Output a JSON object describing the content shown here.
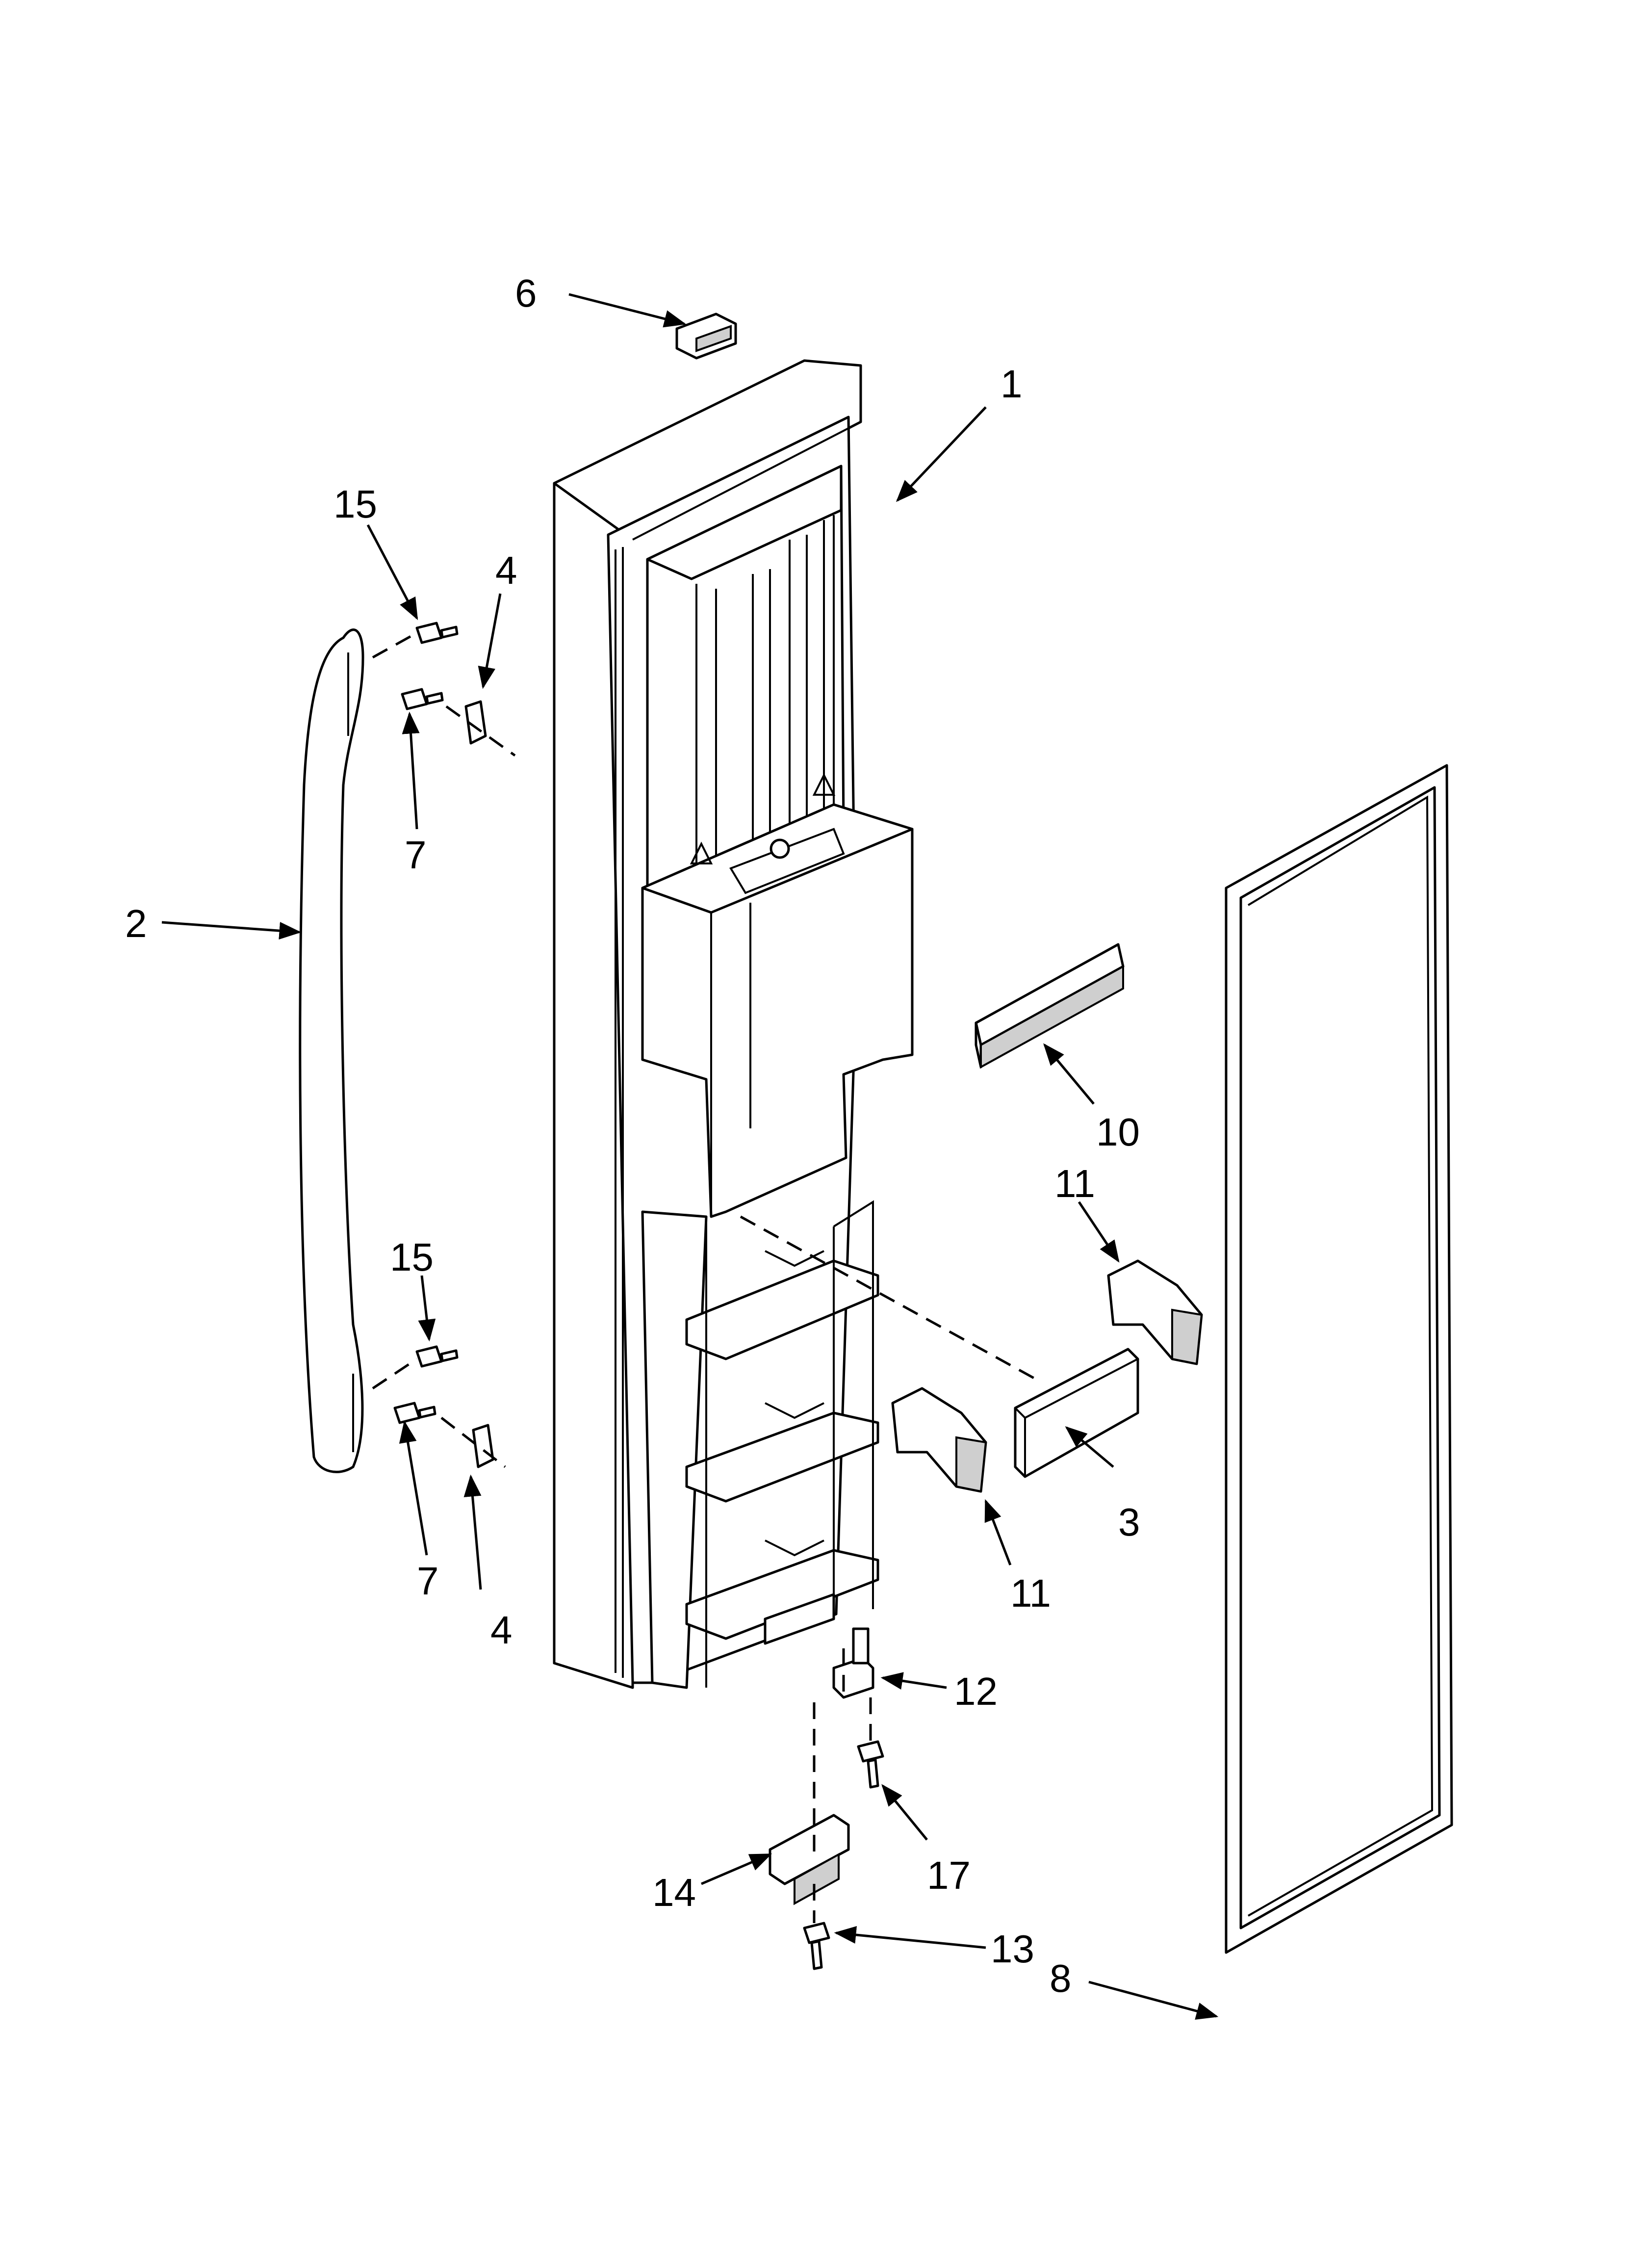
{
  "callouts": {
    "c1": "1",
    "c2": "2",
    "c3": "3",
    "c4a": "4",
    "c4b": "4",
    "c6": "6",
    "c7a": "7",
    "c7b": "7",
    "c8": "8",
    "c10": "10",
    "c11a": "11",
    "c11b": "11",
    "c12": "12",
    "c13": "13",
    "c14": "14",
    "c15a": "15",
    "c15b": "15",
    "c17": "17"
  },
  "colors": {
    "line": "#000000",
    "background": "#ffffff",
    "shade": "#cfcfcf"
  }
}
